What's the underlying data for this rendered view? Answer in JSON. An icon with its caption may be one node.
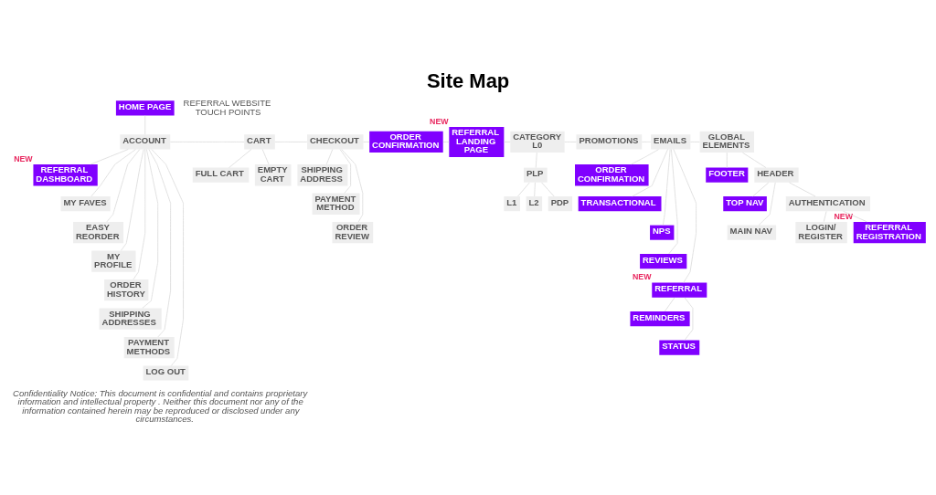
{
  "diagram": {
    "title": "Site Map",
    "nodes": [
      {
        "text": [
          "HOME PAGE"
        ]
      },
      {
        "text": [
          "ACCOUNT"
        ]
      },
      {
        "text": [
          "REFERRAL DASHBOARD"
        ],
        "beside": [
          "NEW"
        ]
      },
      {
        "text": [
          "MY FAVES"
        ]
      },
      {
        "text": [
          "EASY REORDER"
        ]
      },
      {
        "text": [
          "MY PROFILE"
        ]
      },
      {
        "text": [
          "ORDER HISTORY"
        ]
      },
      {
        "text": [
          "SHIPPING ADDRESSES"
        ]
      },
      {
        "text": [
          "PAYMENT METHODS"
        ]
      },
      {
        "text": [
          "LOG OUT"
        ]
      },
      {
        "text": [
          "CART"
        ]
      },
      {
        "text": [
          "FULL CART"
        ]
      },
      {
        "text": [
          "EMPTY CART"
        ]
      },
      {
        "text": [
          "CHECKOUT"
        ]
      },
      {
        "text": [
          "SHIPPING ADDRESS"
        ]
      },
      {
        "text": [
          "PAYMENT METHOD"
        ]
      },
      {
        "text": [
          "ORDER REVIEW"
        ]
      },
      {
        "text": [
          "ORDER CONFIRMATION"
        ]
      },
      {
        "text": [
          "REFERRAL LANDING PAGE"
        ],
        "beside": [
          "NEW"
        ]
      },
      {
        "text": [
          "CATEGORY L0"
        ]
      },
      {
        "text": [
          "PLP"
        ]
      },
      {
        "text": [
          "L1"
        ]
      },
      {
        "text": [
          "L2"
        ]
      },
      {
        "text": [
          "PDP"
        ]
      },
      {
        "text": [
          "PROMOTIONS"
        ]
      },
      {
        "text": [
          "EMAILS"
        ]
      },
      {
        "text": [
          "ORDER CONFIRMATION"
        ]
      },
      {
        "text": [
          "TRANSACTIONAL"
        ]
      },
      {
        "text": [
          "NPS"
        ]
      },
      {
        "text": [
          "REVIEWS"
        ]
      },
      {
        "text": [
          "REFERRAL"
        ],
        "beside": [
          "NEW"
        ]
      },
      {
        "text": [
          "REMINDERS"
        ]
      },
      {
        "text": [
          "STATUS"
        ]
      },
      {
        "text": [
          "GLOBAL ELEMENTS"
        ]
      },
      {
        "text": [
          "FOOTER"
        ]
      },
      {
        "text": [
          "HEADER"
        ]
      },
      {
        "text": [
          "TOP NAV"
        ]
      },
      {
        "text": [
          "MAIN NAV"
        ]
      },
      {
        "text": [
          "AUTHENTICATION"
        ]
      },
      {
        "text": [
          "LOGIN/ REGISTER"
        ]
      },
      {
        "text": [
          "REFERRAL REGISTRATION"
        ],
        "beside": [
          "NEW"
        ]
      }
    ],
    "edges": [
      {
        "from": 0,
        "to": 1,
        "arrow": "none"
      },
      {
        "from": 1,
        "to": 10,
        "arrow": "none"
      },
      {
        "from": 10,
        "to": 13,
        "arrow": "none"
      },
      {
        "from": 13,
        "to": 17,
        "arrow": "none"
      },
      {
        "from": 17,
        "to": 18,
        "arrow": "none"
      },
      {
        "from": 18,
        "to": 19,
        "arrow": "none"
      },
      {
        "from": 19,
        "to": 24,
        "arrow": "none"
      },
      {
        "from": 24,
        "to": 25,
        "arrow": "none"
      },
      {
        "from": 25,
        "to": 33,
        "arrow": "none"
      },
      {
        "from": 1,
        "to": 2,
        "arrow": "none"
      },
      {
        "from": 1,
        "to": 3,
        "arrow": "none"
      },
      {
        "from": 1,
        "to": 4,
        "arrow": "none"
      },
      {
        "from": 1,
        "to": 5,
        "arrow": "none"
      },
      {
        "from": 1,
        "to": 6,
        "arrow": "none"
      },
      {
        "from": 1,
        "to": 7,
        "arrow": "none"
      },
      {
        "from": 1,
        "to": 8,
        "arrow": "none"
      },
      {
        "from": 1,
        "to": 9,
        "arrow": "none"
      },
      {
        "from": 10,
        "to": 11,
        "arrow": "none"
      },
      {
        "from": 10,
        "to": 12,
        "arrow": "none"
      },
      {
        "from": 13,
        "to": 14,
        "arrow": "none"
      },
      {
        "from": 13,
        "to": 15,
        "arrow": "none"
      },
      {
        "from": 13,
        "to": 16,
        "arrow": "none"
      },
      {
        "from": 19,
        "to": 20,
        "arrow": "none"
      },
      {
        "from": 20,
        "to": 21,
        "arrow": "none"
      },
      {
        "from": 20,
        "to": 22,
        "arrow": "none"
      },
      {
        "from": 20,
        "to": 23,
        "arrow": "none"
      },
      {
        "from": 25,
        "to": 26,
        "arrow": "none"
      },
      {
        "from": 25,
        "to": 27,
        "arrow": "none"
      },
      {
        "from": 25,
        "to": 28,
        "arrow": "none"
      },
      {
        "from": 25,
        "to": 29,
        "arrow": "none"
      },
      {
        "from": 25,
        "to": 30,
        "arrow": "none"
      },
      {
        "from": 30,
        "to": 31,
        "arrow": "none"
      },
      {
        "from": 30,
        "to": 32,
        "arrow": "none"
      },
      {
        "from": 33,
        "to": 34,
        "arrow": "none"
      },
      {
        "from": 33,
        "to": 35,
        "arrow": "none"
      },
      {
        "from": 35,
        "to": 38,
        "arrow": "none"
      },
      {
        "from": 35,
        "to": 36,
        "arrow": "none"
      },
      {
        "from": 35,
        "to": 37,
        "arrow": "none"
      },
      {
        "from": 38,
        "to": 39,
        "arrow": "none"
      },
      {
        "from": 38,
        "to": 40,
        "arrow": "none"
      }
    ],
    "labels": [
      "REFERRAL WEBSITE TOUCH POINTS",
      "Confidentiality Notice: This document is confidential and contains proprietary information and intellectual property . Neither this document nor any of the information contained herein may be reproduced or disclosed under any circumstances."
    ]
  }
}
